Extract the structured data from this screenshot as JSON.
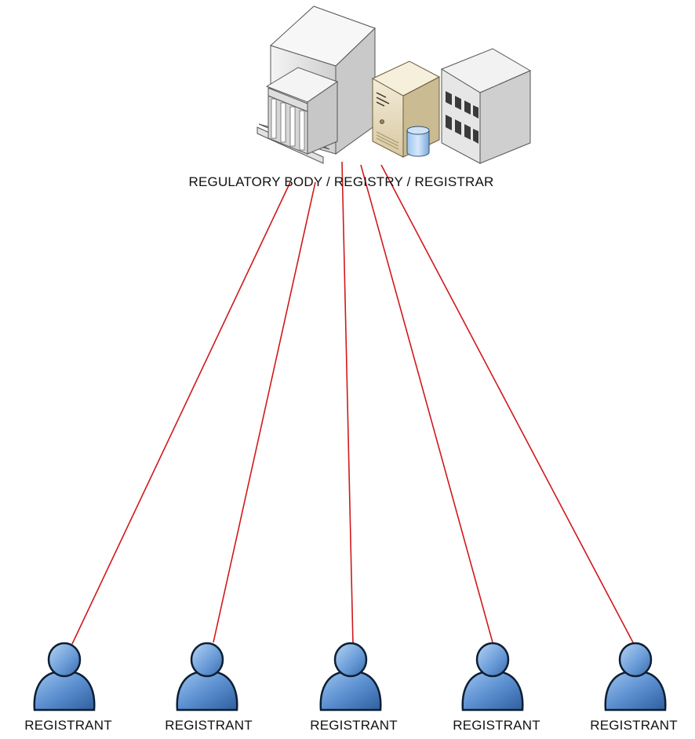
{
  "hub": {
    "label": "REGULATORY BODY / REGISTRY / REGISTRAR",
    "icons": [
      "government-building-icon",
      "server-icon",
      "database-icon",
      "office-building-icon"
    ]
  },
  "registrants": [
    {
      "label": "REGISTRANT",
      "icon": "user-icon"
    },
    {
      "label": "REGISTRANT",
      "icon": "user-icon"
    },
    {
      "label": "REGISTRANT",
      "icon": "user-icon"
    },
    {
      "label": "REGISTRANT",
      "icon": "user-icon"
    },
    {
      "label": "REGISTRANT",
      "icon": "user-icon"
    }
  ],
  "colors": {
    "connector": "#d0191b",
    "user_fill": "#5b8fd0",
    "server_fill": "#e7dcc0",
    "building_fill": "#e8e8e8"
  }
}
